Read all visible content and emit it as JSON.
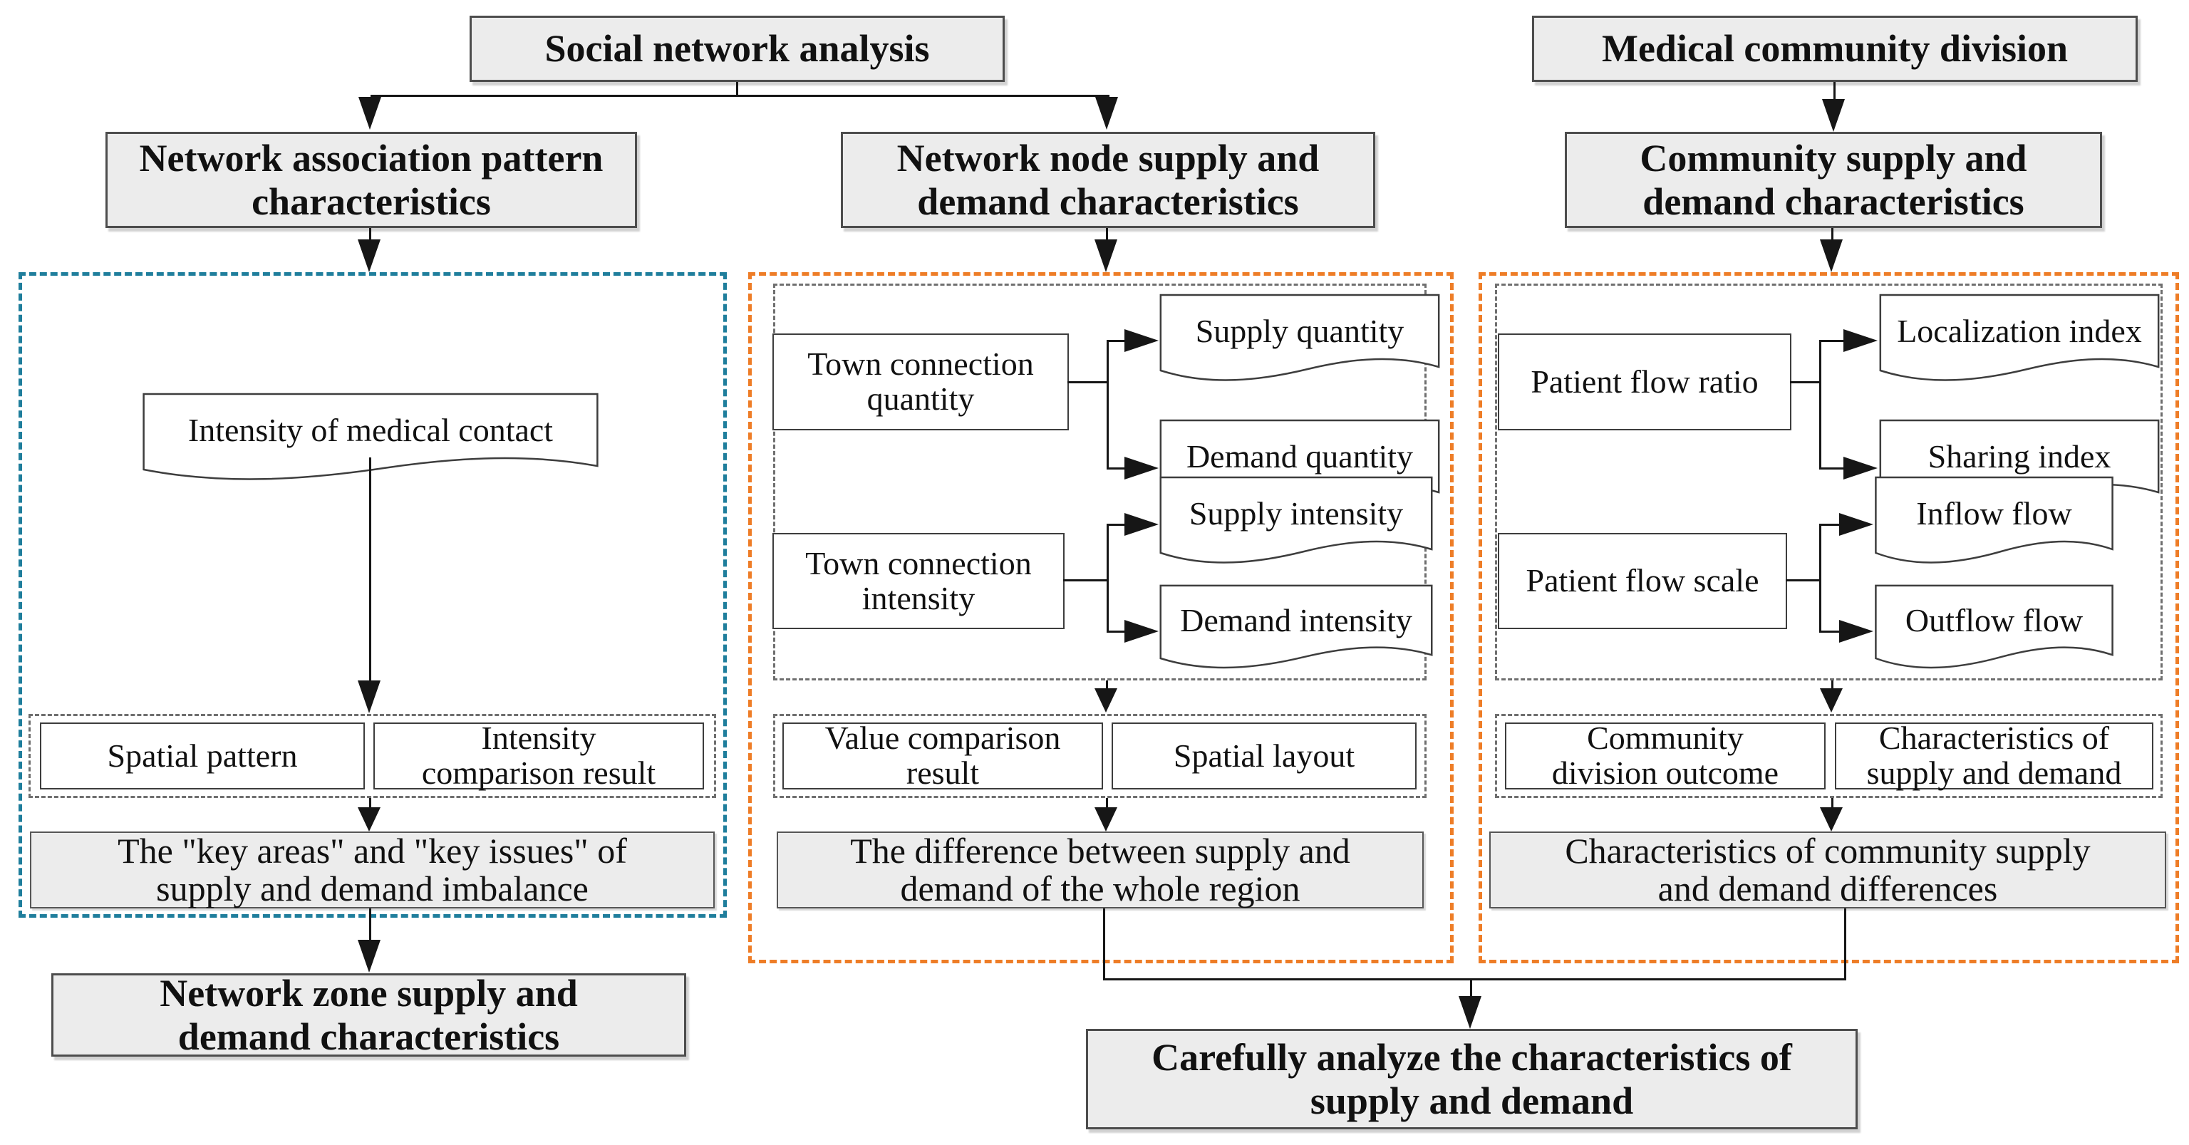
{
  "top": {
    "social": "Social network analysis",
    "medical": "Medical community division"
  },
  "level2": {
    "left": "Network association pattern\ncharacteristics",
    "center": "Network node supply and\ndemand characteristics",
    "right": "Community supply and\ndemand characteristics"
  },
  "left_panel": {
    "source": "Intensity of medical contact",
    "result1": "Spatial pattern",
    "result2": "Intensity\ncomparison result",
    "conclusion": "The \"key areas\" and \"key issues\" of\nsupply and demand imbalance"
  },
  "mid_panel": {
    "g1": {
      "source": "Town connection\nquantity",
      "out1": "Supply quantity",
      "out2": "Demand quantity"
    },
    "g2": {
      "source": "Town connection\nintensity",
      "out1": "Supply intensity",
      "out2": "Demand intensity"
    },
    "result1": "Value comparison\nresult",
    "result2": "Spatial layout",
    "conclusion": "The difference between supply and\ndemand of the whole region"
  },
  "right_panel": {
    "g1": {
      "source": "Patient flow ratio",
      "out1": "Localization index",
      "out2": "Sharing index"
    },
    "g2": {
      "source": "Patient flow scale",
      "out1": "Inflow flow",
      "out2": "Outflow flow"
    },
    "result1": "Community\ndivision outcome",
    "result2": "Characteristics of\nsupply and demand",
    "conclusion": "Characteristics of community supply\nand demand differences"
  },
  "bottom": {
    "left": "Network zone supply and\ndemand characteristics",
    "center": "Carefully analyze the characteristics of\nsupply and demand"
  },
  "colors": {
    "accent_blue": "#1f7e9c",
    "accent_orange": "#ee7d27",
    "dash_gray": "#6f6f6f",
    "box_fill": "#ececec",
    "box_border": "#4d4d4d",
    "line": "#161616",
    "text": "#111111"
  }
}
